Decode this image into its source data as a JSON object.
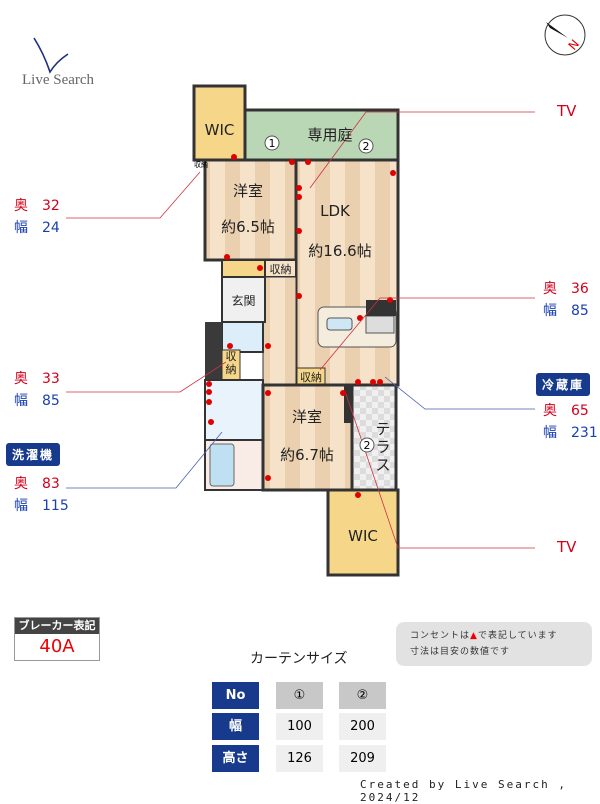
{
  "brand": {
    "logo_text": "Live Search"
  },
  "compass": {
    "label": "N",
    "icon": "compass-icon"
  },
  "rooms": {
    "wic_top": "WIC",
    "garden": "専用庭",
    "western_room_1": {
      "name": "洋室",
      "size": "約6.5帖"
    },
    "ldk": {
      "name": "LDK",
      "size": "約16.6帖"
    },
    "storage_1": "収納",
    "storage_2": "収納",
    "storage_3": "収納",
    "storage_small": "収納",
    "entrance": "玄関",
    "western_room_2": {
      "name": "洋室",
      "size": "約6.7帖"
    },
    "terrace": "テラス",
    "wic_bottom": "WIC",
    "window_markers": [
      "1",
      "2",
      "2"
    ]
  },
  "annotations": {
    "tv_top": "TV",
    "tv_bottom": "TV",
    "closet": {
      "depth_label": "奥",
      "depth": "32",
      "width_label": "幅",
      "width": "24"
    },
    "kitchen": {
      "depth_label": "奥",
      "depth": "36",
      "width_label": "幅",
      "width": "85"
    },
    "storage": {
      "depth_label": "奥",
      "depth": "33",
      "width_label": "幅",
      "width": "85"
    },
    "fridge": {
      "tag": "冷蔵庫",
      "depth_label": "奥",
      "depth": "65",
      "width_label": "幅",
      "width": "231"
    },
    "washer": {
      "tag": "洗濯機",
      "depth_label": "奥",
      "depth": "83",
      "width_label": "幅",
      "width": "115"
    }
  },
  "breaker": {
    "header": "ブレーカー表記",
    "value": "40A"
  },
  "note": {
    "line1_pre": "コンセントは",
    "line1_post": "で表記しています",
    "line2": "寸法は目安の数値です"
  },
  "curtain": {
    "title": "カーテンサイズ",
    "row_headers": [
      "No",
      "幅",
      "高さ"
    ],
    "columns": [
      {
        "no": "①",
        "width": "100",
        "height": "126"
      },
      {
        "no": "②",
        "width": "200",
        "height": "209"
      }
    ]
  },
  "footer": "Created by Live Search , 2024/12",
  "colors": {
    "outlet": "#e00000",
    "navy": "#173a8c",
    "wic": "#f6d78a",
    "garden": "#b9d7b4",
    "floor": "#f2dcc0"
  }
}
